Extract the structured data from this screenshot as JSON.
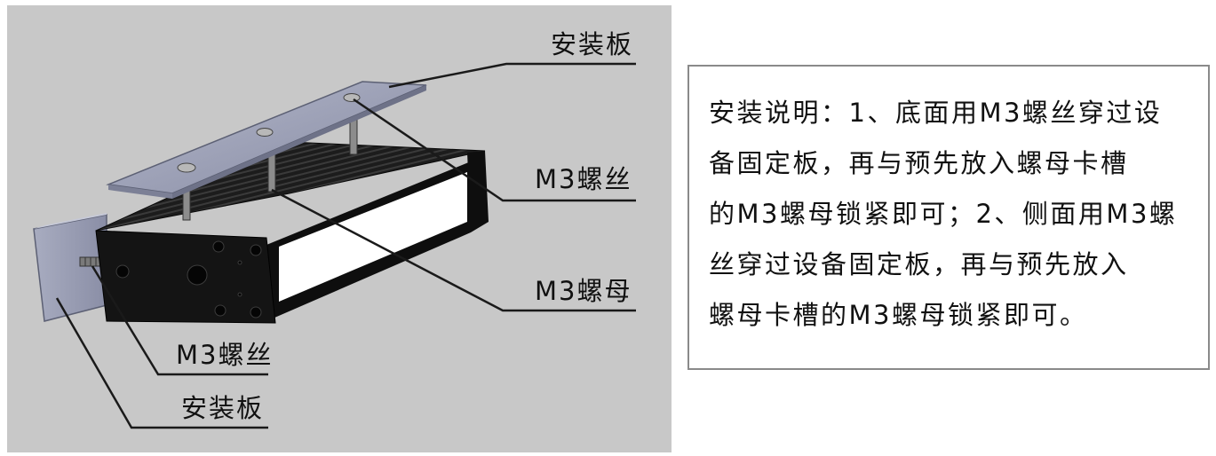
{
  "diagram": {
    "labels": {
      "top_plate": "安装板",
      "top_screw": "M3螺丝",
      "nut": "M3螺母",
      "side_screw": "M3螺丝",
      "side_plate": "安装板"
    }
  },
  "instructions": {
    "text": "安装说明：1、底面用M3螺丝穿过设\n备固定板，再与预先放入螺母卡槽\n的M3螺母锁紧即可；2、侧面用M3螺\n丝穿过设备固定板，再与预先放入\n螺母卡槽的M3螺母锁紧即可。"
  },
  "colors": {
    "panel_background": "#c8c8c8",
    "plate": "#9a9eb4",
    "housing": "#121212",
    "light_window": "#ffffff",
    "leader_line": "#1a1a1a",
    "note_border": "#8a8a8a"
  }
}
